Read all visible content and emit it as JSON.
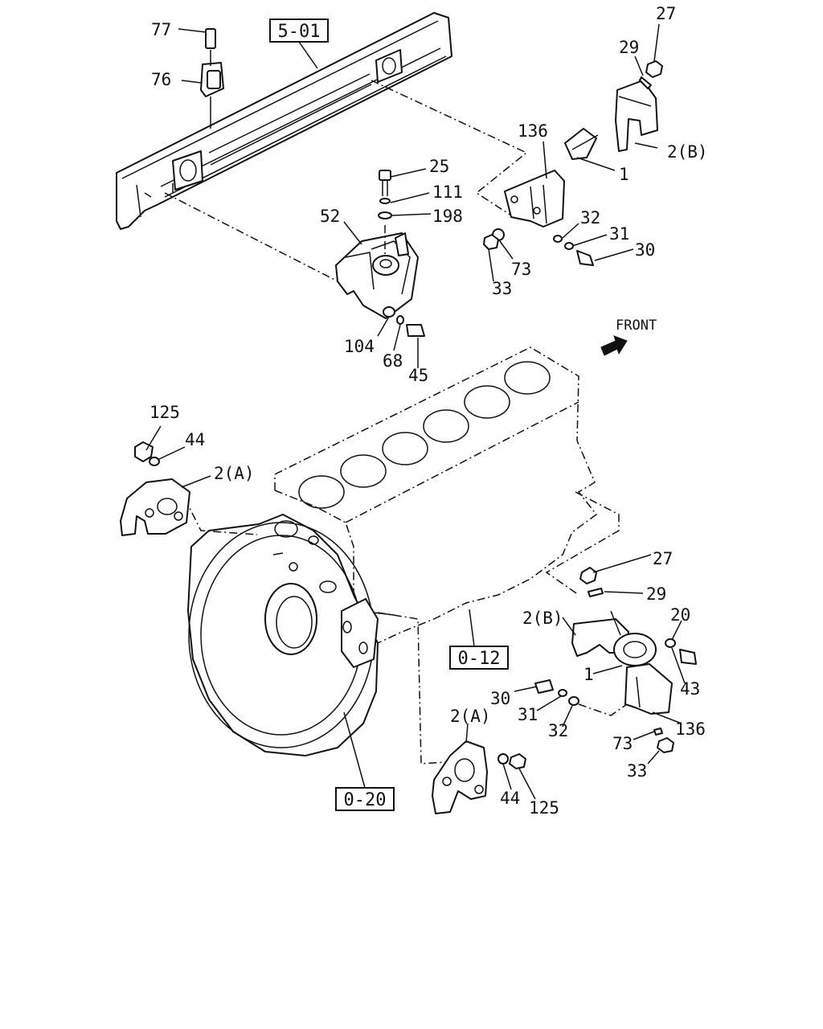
{
  "diagram": {
    "front_label": "FRONT",
    "references": {
      "frame": "5-01",
      "engine": "0-12",
      "flywheel_housing": "0-20"
    },
    "callouts": [
      {
        "id": "c77",
        "text": "77"
      },
      {
        "id": "c76",
        "text": "76"
      },
      {
        "id": "c27a",
        "text": "27"
      },
      {
        "id": "c29a",
        "text": "29"
      },
      {
        "id": "c136a",
        "text": "136"
      },
      {
        "id": "c2ba",
        "text": "2(B)"
      },
      {
        "id": "c1a",
        "text": "1"
      },
      {
        "id": "c25",
        "text": "25"
      },
      {
        "id": "c111",
        "text": "111"
      },
      {
        "id": "c198",
        "text": "198"
      },
      {
        "id": "c52",
        "text": "52"
      },
      {
        "id": "c32a",
        "text": "32"
      },
      {
        "id": "c31a",
        "text": "31"
      },
      {
        "id": "c30a",
        "text": "30"
      },
      {
        "id": "c73a",
        "text": "73"
      },
      {
        "id": "c33a",
        "text": "33"
      },
      {
        "id": "c104",
        "text": "104"
      },
      {
        "id": "c68",
        "text": "68"
      },
      {
        "id": "c45",
        "text": "45"
      },
      {
        "id": "c125a",
        "text": "125"
      },
      {
        "id": "c44a",
        "text": "44"
      },
      {
        "id": "c2aa",
        "text": "2(A)"
      },
      {
        "id": "c27b",
        "text": "27"
      },
      {
        "id": "c29b",
        "text": "29"
      },
      {
        "id": "c2bb",
        "text": "2(B)"
      },
      {
        "id": "c20",
        "text": "20"
      },
      {
        "id": "c1b",
        "text": "1"
      },
      {
        "id": "c43",
        "text": "43"
      },
      {
        "id": "c30b",
        "text": "30"
      },
      {
        "id": "c31b",
        "text": "31"
      },
      {
        "id": "c32b",
        "text": "32"
      },
      {
        "id": "c136b",
        "text": "136"
      },
      {
        "id": "c73b",
        "text": "73"
      },
      {
        "id": "c33b",
        "text": "33"
      },
      {
        "id": "c2ab",
        "text": "2(A)"
      },
      {
        "id": "c44b",
        "text": "44"
      },
      {
        "id": "c125b",
        "text": "125"
      }
    ]
  }
}
